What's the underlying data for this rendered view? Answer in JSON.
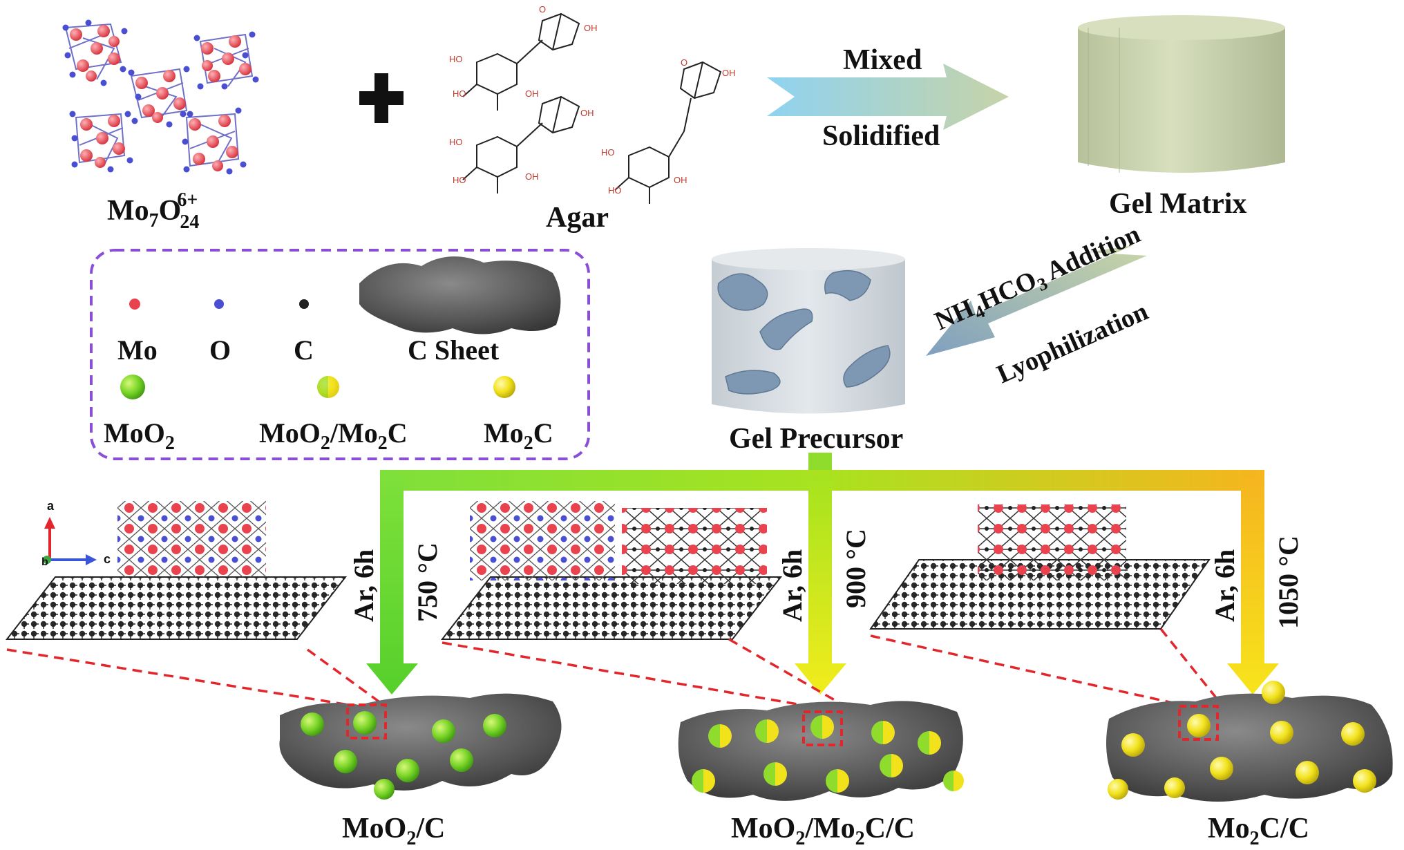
{
  "top": {
    "ion_base": "Mo",
    "ion_sub1": "7",
    "ion_o": "O",
    "ion_sub2": "24",
    "ion_sup": "6+",
    "agar": "Agar",
    "step1_above": "Mixed",
    "step1_below": "Solidified",
    "gel_matrix": "Gel Matrix",
    "step2_line1_a": "NH",
    "step2_line1_sub4": "4",
    "step2_line1_b": "HCO",
    "step2_line1_sub3": "3",
    "step2_line1_c": " Addition",
    "step2_line2": "Lyophilization",
    "gel_precursor": "Gel Precursor"
  },
  "legend": {
    "mo": "Mo",
    "o": "O",
    "c": "C",
    "c_sheet": "C Sheet",
    "moo2_a": "MoO",
    "moo2_sub": "2",
    "mix_a": "MoO",
    "mix_sub1": "2",
    "mix_b": "/Mo",
    "mix_sub2": "2",
    "mix_c": "C",
    "mo2c_a": "Mo",
    "mo2c_sub": "2",
    "mo2c_b": "C"
  },
  "axes": {
    "a": "a",
    "b": "b",
    "c": "c"
  },
  "branches": [
    {
      "atmosphere": "Ar,  6h",
      "temperature": "750 °C",
      "product_a": "MoO",
      "product_sub": "2",
      "product_b": "/C"
    },
    {
      "atmosphere": "Ar,  6h",
      "temperature": "900 °C",
      "product_a": "MoO",
      "product_sub": "2",
      "product_b": "/Mo",
      "product_sub2": "2",
      "product_c": "C/C"
    },
    {
      "atmosphere": "Ar,  6h",
      "temperature": "1050 °C",
      "product_a": "Mo",
      "product_sub": "2",
      "product_b": "C/C"
    }
  ],
  "colors": {
    "mo_atom": "#e8434f",
    "o_atom": "#4a4fd1",
    "c_atom": "#333333",
    "moo2_particle": "#7bd629",
    "mo2c_particle": "#f2e21c",
    "legend_border": "#8a4fd6",
    "zoom_line": "#e3262b",
    "gel": "#c9d3b0"
  }
}
